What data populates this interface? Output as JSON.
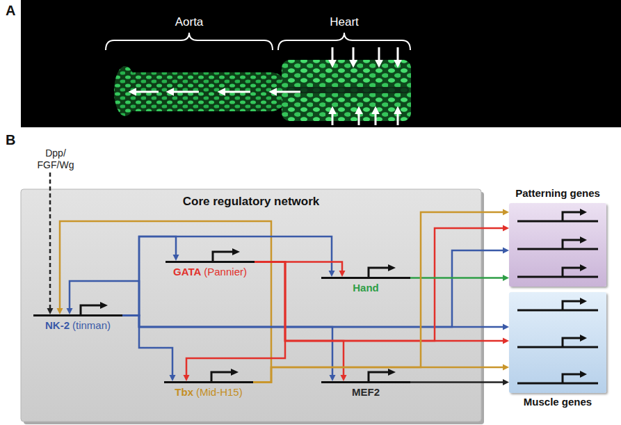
{
  "diagram": {
    "nodes": [
      {
        "text": [
          "Dpp/ FGF/Wg"
        ]
      },
      {
        "text": [
          "Core regulatory network"
        ]
      },
      {
        "text": [
          "NK-2",
          "(tinman)"
        ],
        "in": 1
      },
      {
        "text": [
          "GATA",
          "(Pannier)"
        ],
        "in": 1
      },
      {
        "text": [
          "Hand"
        ],
        "in": 1
      },
      {
        "text": [
          "Tbx",
          "(Mid-H15)"
        ],
        "in": 1
      },
      {
        "text": [
          "MEF2"
        ],
        "in": 1
      },
      {
        "text": [
          "Patterning genes"
        ]
      },
      {
        "text": [
          "Muscle genes"
        ]
      }
    ],
    "edges": [
      {
        "from": 0,
        "to": 2,
        "arrow": "to"
      },
      {
        "from": 5,
        "to": 2,
        "arrow": "to"
      },
      {
        "from": 2,
        "to": 2,
        "arrow": "to"
      },
      {
        "from": 2,
        "to": 3,
        "arrow": "to"
      },
      {
        "from": 2,
        "to": 4,
        "arrow": "to"
      },
      {
        "from": 2,
        "to": 5,
        "arrow": "to"
      },
      {
        "from": 2,
        "to": 6,
        "arrow": "to"
      },
      {
        "from": 2,
        "to": 7,
        "arrow": "to"
      },
      {
        "from": 2,
        "to": 8,
        "arrow": "to"
      },
      {
        "from": 3,
        "to": 4,
        "arrow": "to"
      },
      {
        "from": 3,
        "to": 5,
        "arrow": "to"
      },
      {
        "from": 3,
        "to": 6,
        "arrow": "to"
      },
      {
        "from": 3,
        "to": 7,
        "arrow": "to"
      },
      {
        "from": 3,
        "to": 8,
        "arrow": "to"
      },
      {
        "from": 4,
        "to": 7,
        "arrow": "to"
      },
      {
        "from": 5,
        "to": 7,
        "arrow": "to"
      },
      {
        "from": 5,
        "to": 8,
        "arrow": "to"
      },
      {
        "from": 6,
        "to": 8,
        "arrow": "to"
      }
    ],
    "labels": [
      "A",
      "Aorta",
      "Heart",
      "B"
    ]
  }
}
